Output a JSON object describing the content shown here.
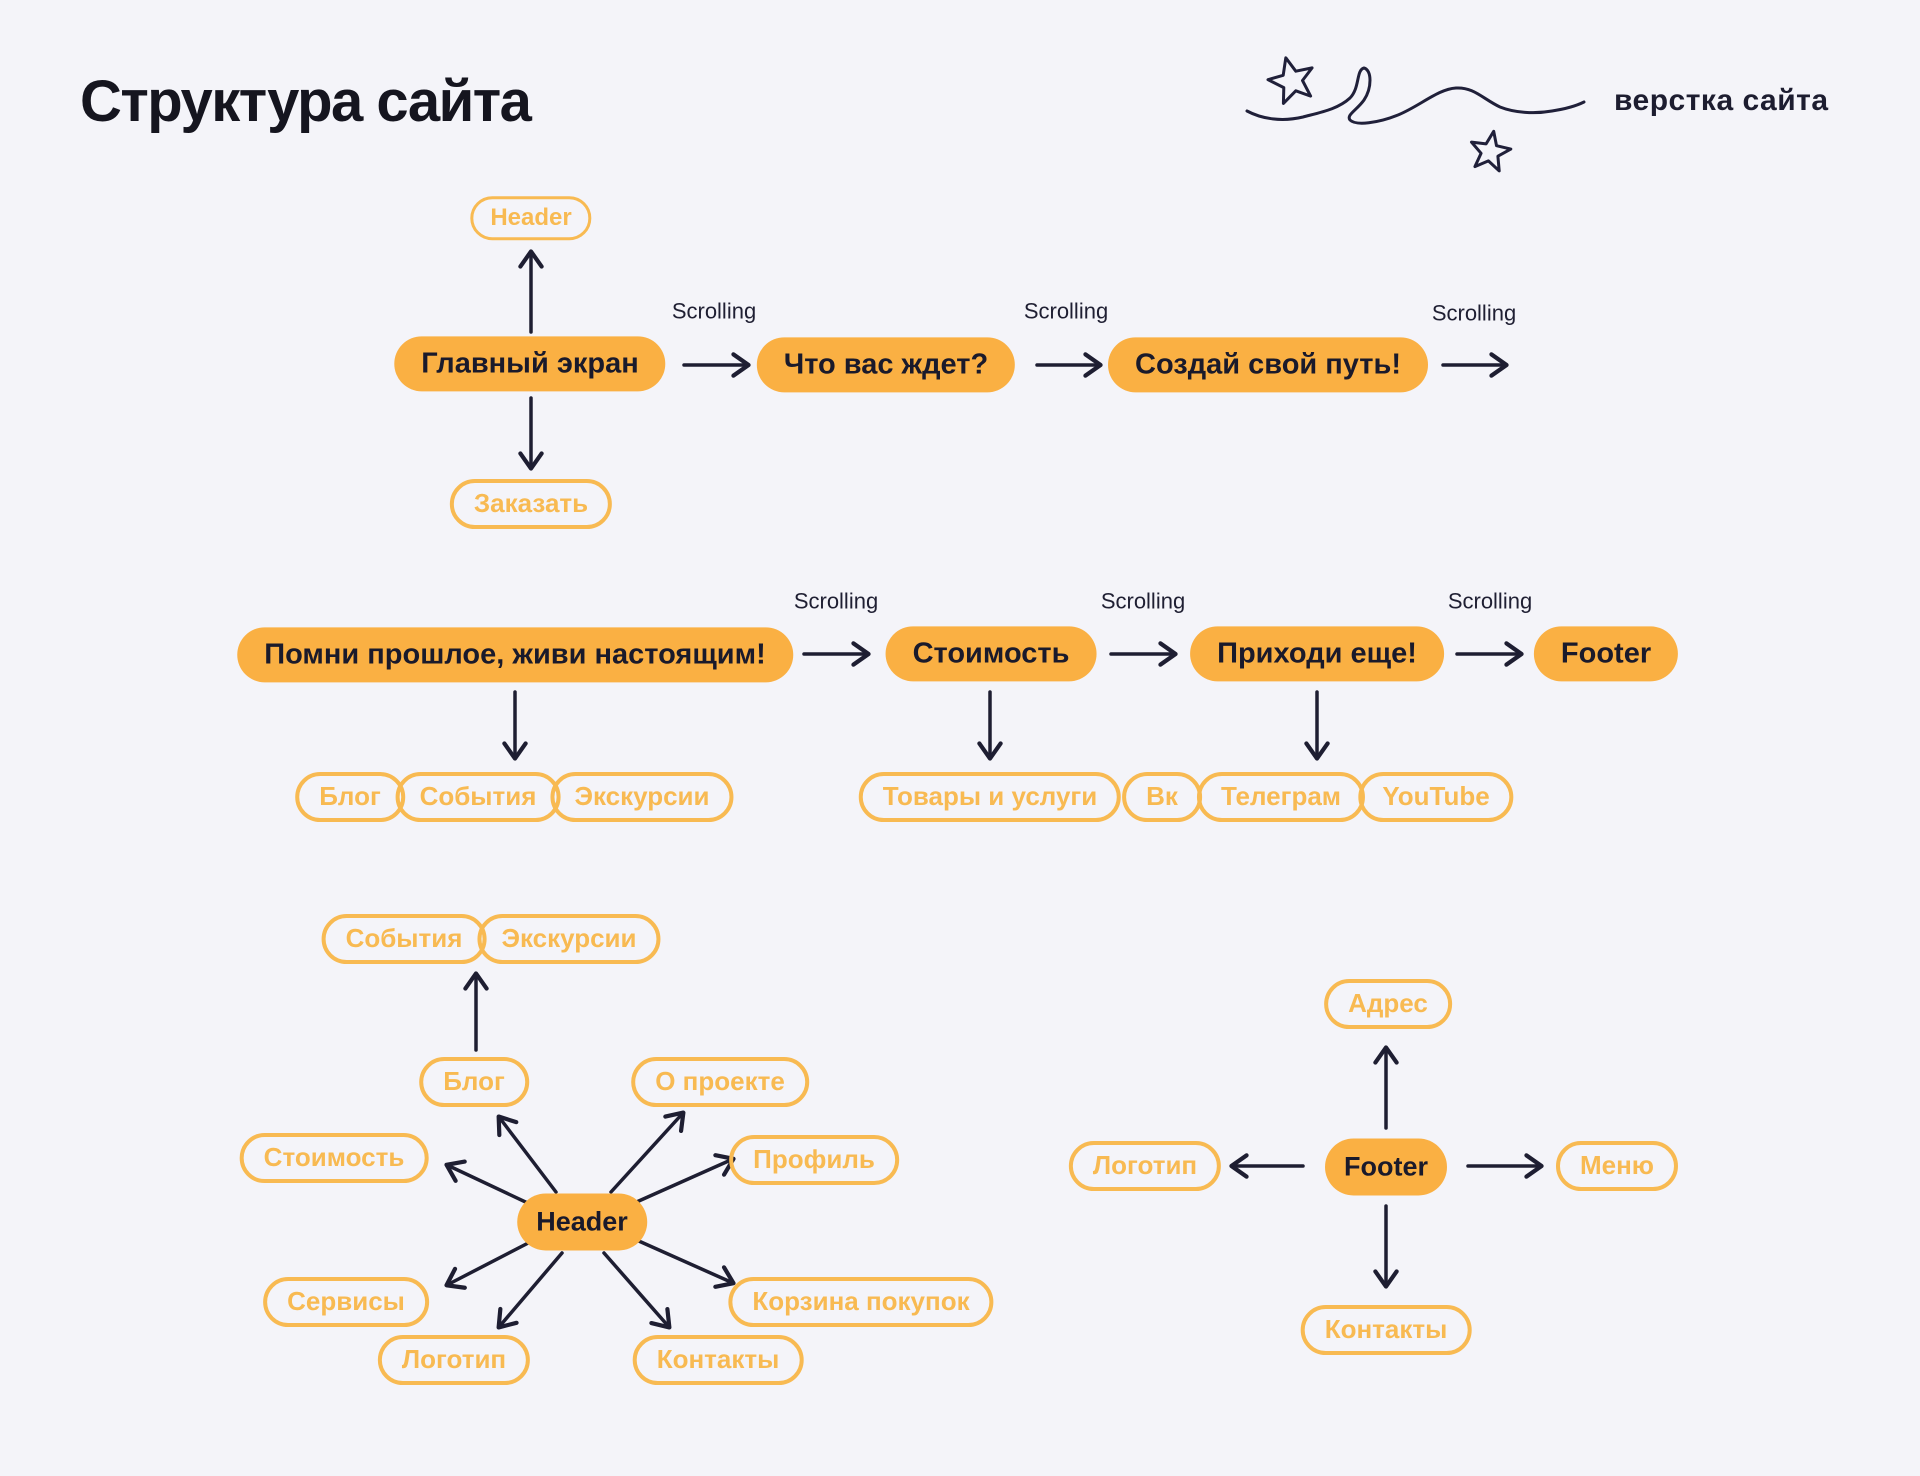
{
  "title": "Структура сайта",
  "brand": "верстка сайта",
  "labels": {
    "scrolling": "Scrolling"
  },
  "colors": {
    "background": "#f4f4f9",
    "node_fill": "#fab043",
    "node_outline": "#f8ba52",
    "ink": "#1a1a2b",
    "arrow": "#1e1e32"
  },
  "page_flow": {
    "row1": {
      "header": "Header",
      "hero": "Главный экран",
      "order": "Заказать",
      "section_what_awaits": "Что вас ждет?",
      "section_create_path": "Создай свой путь!"
    },
    "row2": {
      "section_remember_past": "Помни прошлое, живи настоящим!",
      "remember_past_links": [
        "Блог",
        "События",
        "Экскурсии"
      ],
      "section_cost": "Стоимость",
      "cost_links": [
        "Товары и услуги"
      ],
      "section_come_again": "Приходи еще!",
      "come_again_links": [
        "Вк",
        "Телеграм",
        "YouTube"
      ],
      "footer": "Footer"
    }
  },
  "header_diagram": {
    "hub": "Header",
    "blog_links": [
      "События",
      "Экскурсии"
    ],
    "spokes": [
      "Блог",
      "О проекте",
      "Стоимость",
      "Профиль",
      "Сервисы",
      "Корзина покупок",
      "Логотип",
      "Контакты"
    ]
  },
  "footer_diagram": {
    "hub": "Footer",
    "spokes": [
      "Адрес",
      "Логотип",
      "Меню",
      "Контакты"
    ]
  }
}
